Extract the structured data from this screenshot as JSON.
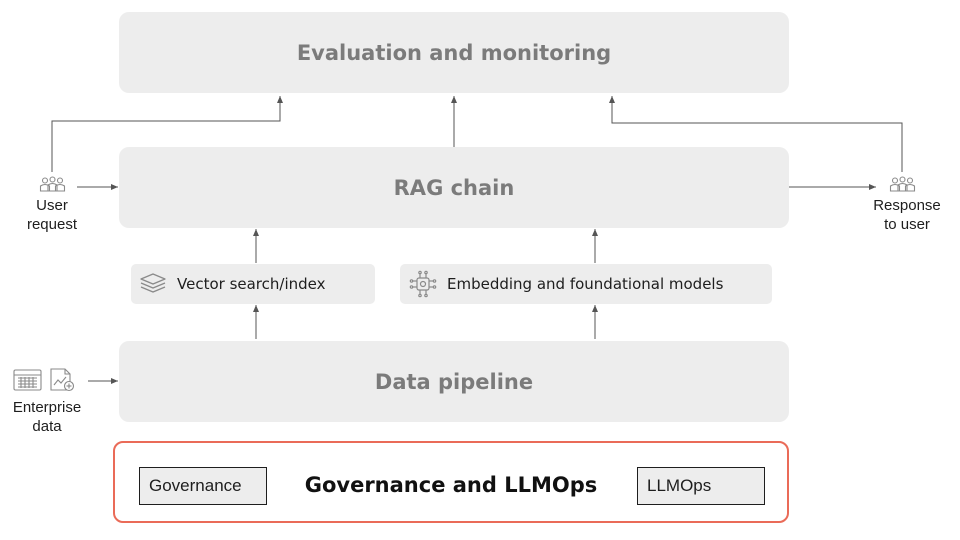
{
  "boxes": {
    "evaluation": "Evaluation and monitoring",
    "rag_chain": "RAG chain",
    "vector_search": "Vector search/index",
    "embedding": "Embedding and foundational models",
    "data_pipeline": "Data pipeline"
  },
  "side_labels": {
    "user_request": "User\nrequest",
    "response": "Response\nto user",
    "enterprise_data": "Enterprise\ndata"
  },
  "governance": {
    "title": "Governance and LLMOps",
    "left_tag": "Governance",
    "right_tag": "LLMOps"
  },
  "icons": {
    "user_request": "users-icon",
    "response": "users-icon",
    "vector_search": "layers-icon",
    "embedding": "neural-chip-icon",
    "enterprise_table": "table-icon",
    "enterprise_chart": "chart-document-icon"
  },
  "colors": {
    "box_fill": "#ededed",
    "box_title": "#7b7b7b",
    "governance_border": "#ea6b58",
    "arrow": "#555555"
  }
}
